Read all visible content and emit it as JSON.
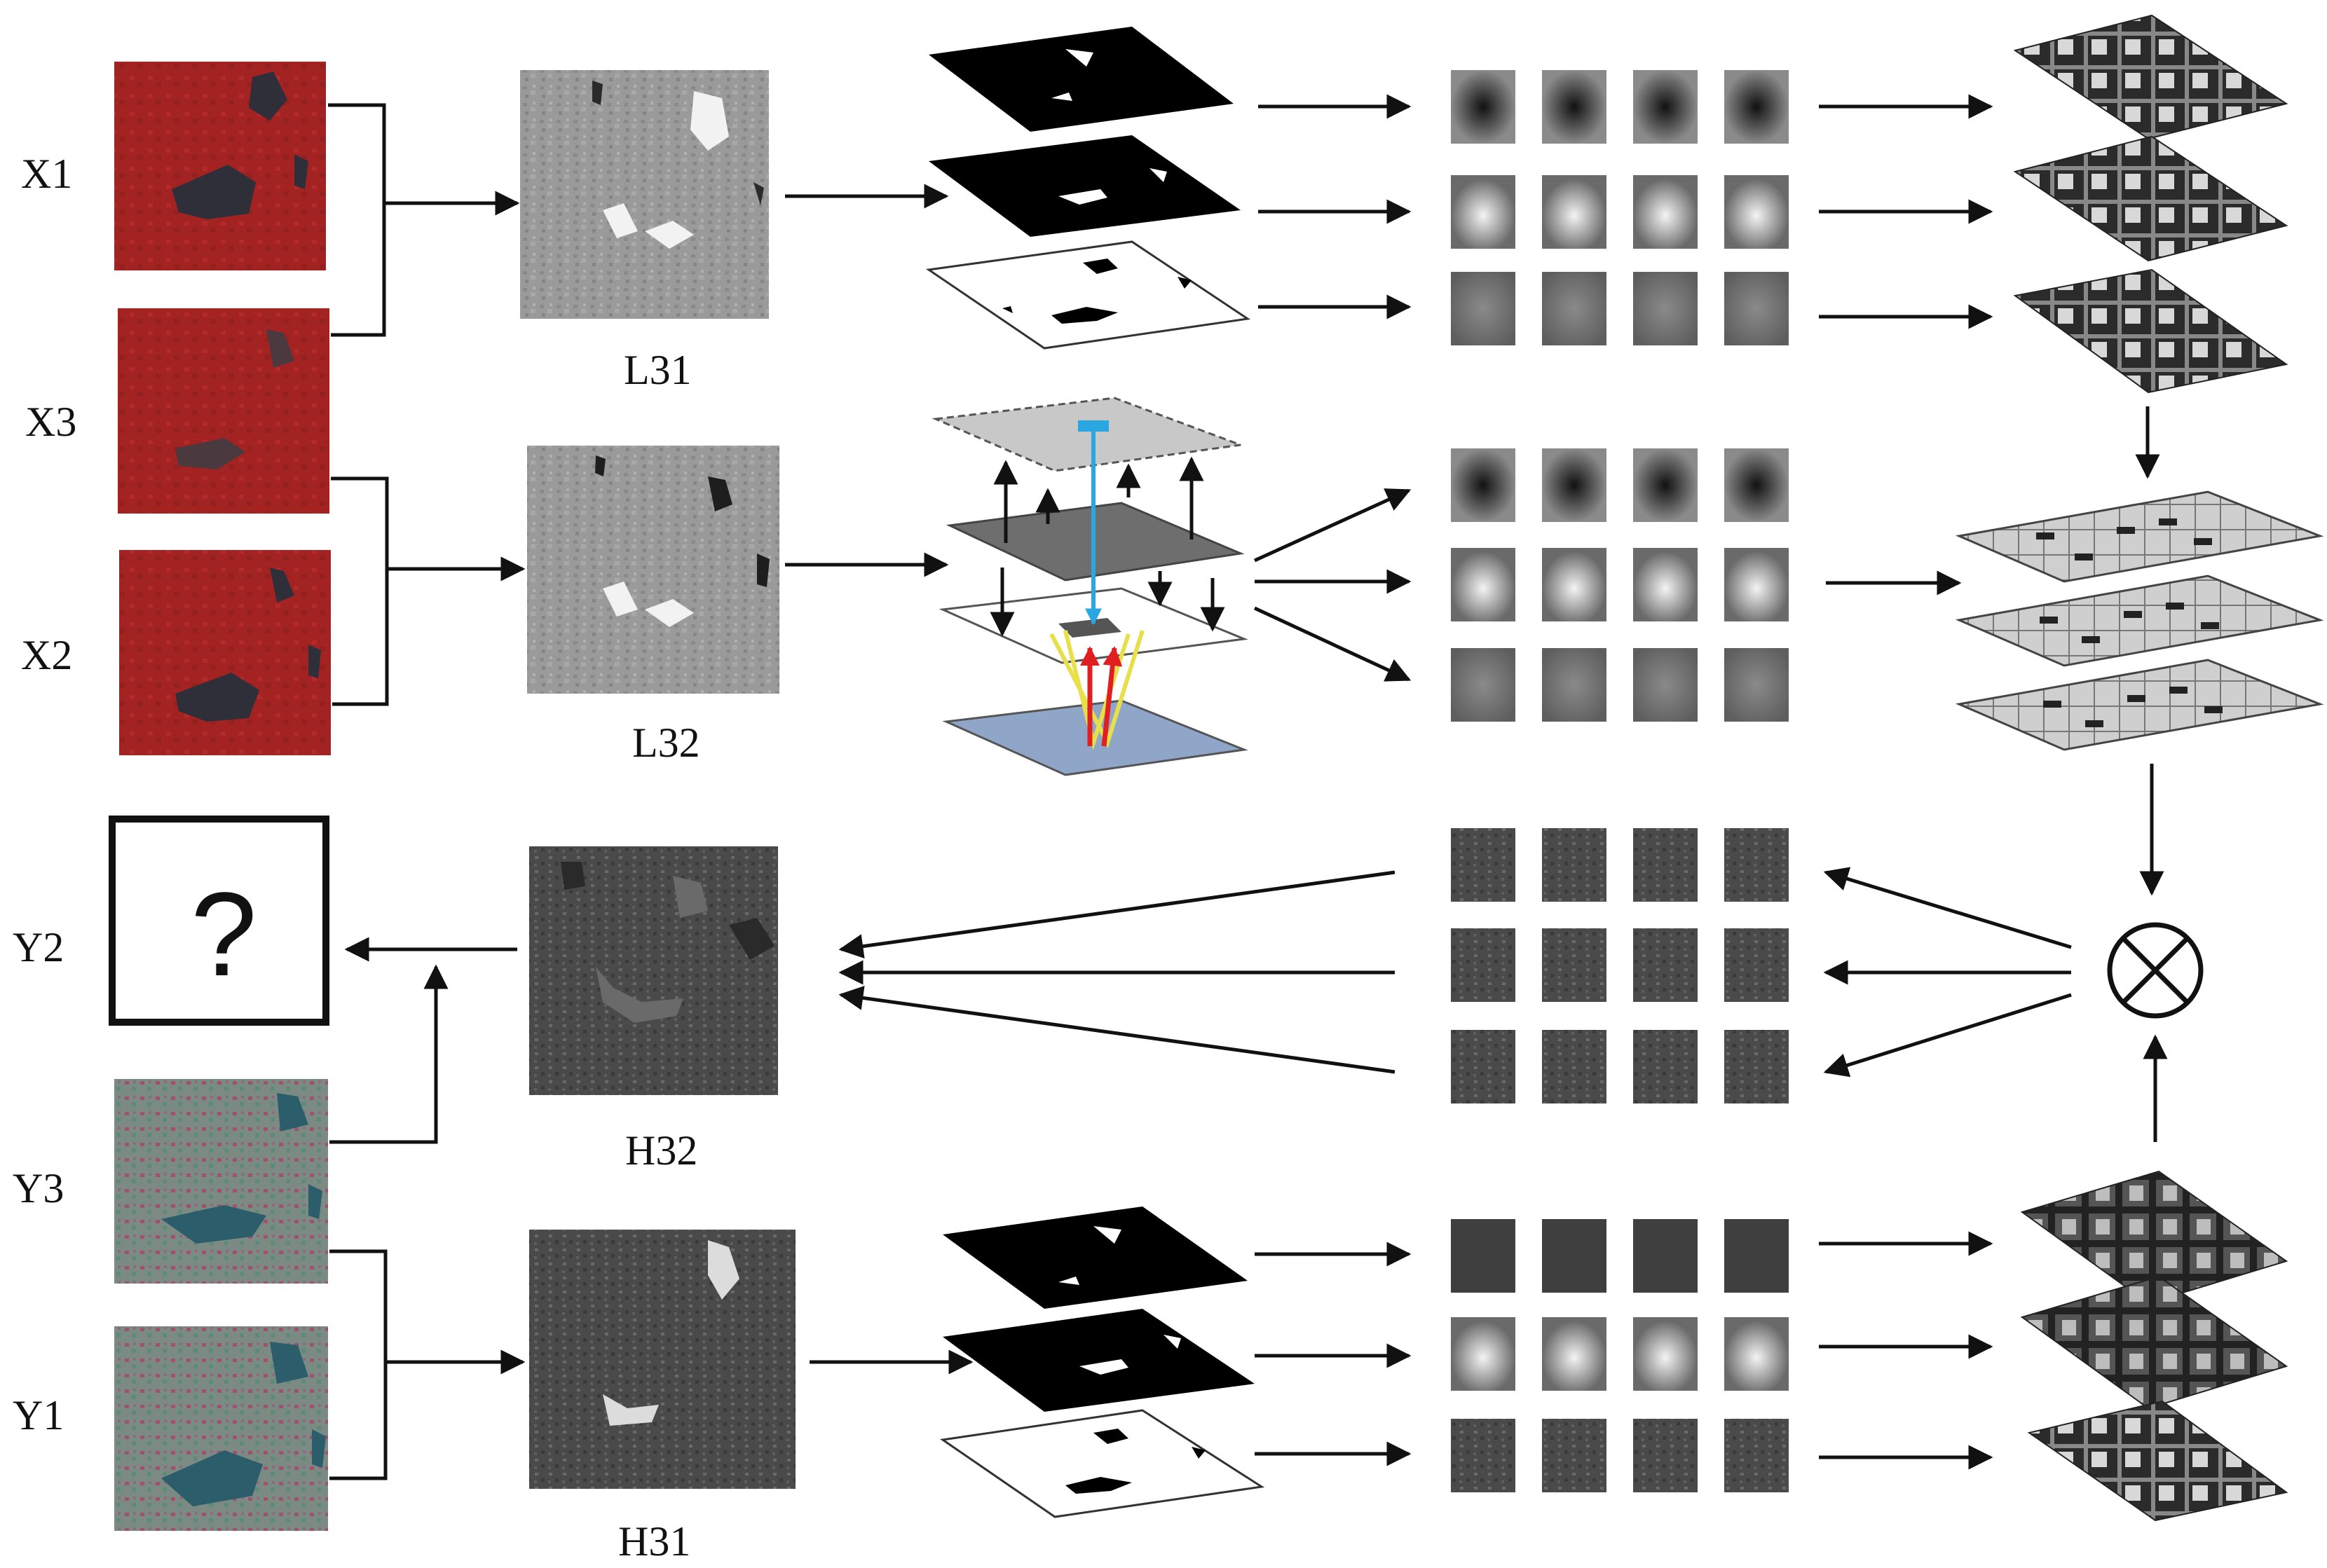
{
  "inputs": {
    "x1_label": "X1",
    "x3_label": "X3",
    "x2_label": "X2",
    "y2_label": "Y2",
    "y3_label": "Y3",
    "y1_label": "Y1"
  },
  "difference_images": {
    "l31_label": "L31",
    "l32_label": "L32",
    "h32_label": "H32",
    "h31_label": "H31"
  },
  "target": {
    "unknown_symbol": "?"
  },
  "fusion": {
    "operator_icon": "circled-times-icon"
  },
  "colors": {
    "landsat_red": "#a32323",
    "landsat_green_composite": "#6f8a7a",
    "water_dark": "#2f2f3a",
    "arrow": "#111111",
    "blue_patch": "#8fa6c9",
    "highlight_cyan": "#2aa7e0",
    "highlight_red": "#e02020",
    "highlight_yellow": "#e8e04a"
  }
}
